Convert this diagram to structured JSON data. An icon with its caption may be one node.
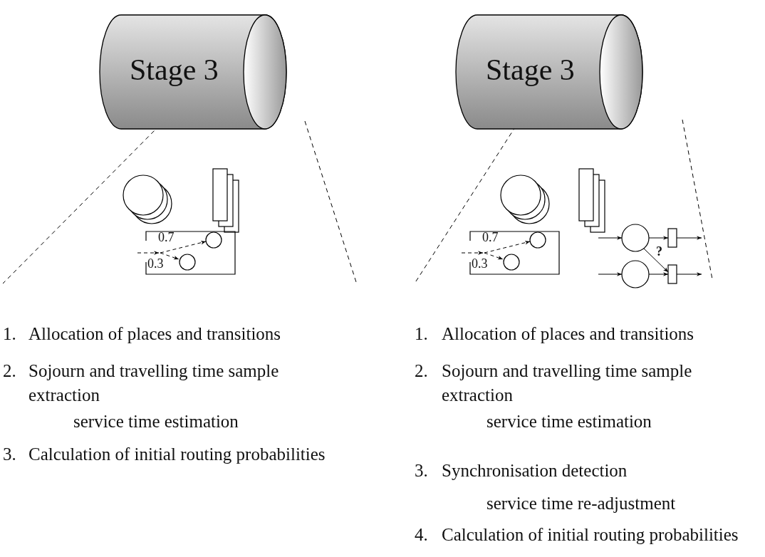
{
  "diagram": {
    "nodes": [
      {
        "text": [
          "Stage 3"
        ]
      },
      {
        "text": [
          "Stage 3"
        ]
      }
    ],
    "labels": [
      "0.7",
      "0.3",
      "1.",
      "Allocation of places and transitions",
      "2.",
      "Sojourn and travelling time sample extraction",
      "service time estimation",
      "3.",
      "Calculation of initial routing probabilities",
      "0.7",
      "0.3",
      "?",
      "1.",
      "Allocation of places and transitions",
      "2.",
      "Sojourn and travelling time sample extraction",
      "service time estimation",
      "3.",
      "Synchronisation detection",
      "service time re-adjustment",
      "4.",
      "Calculation of initial routing probabilities"
    ]
  }
}
